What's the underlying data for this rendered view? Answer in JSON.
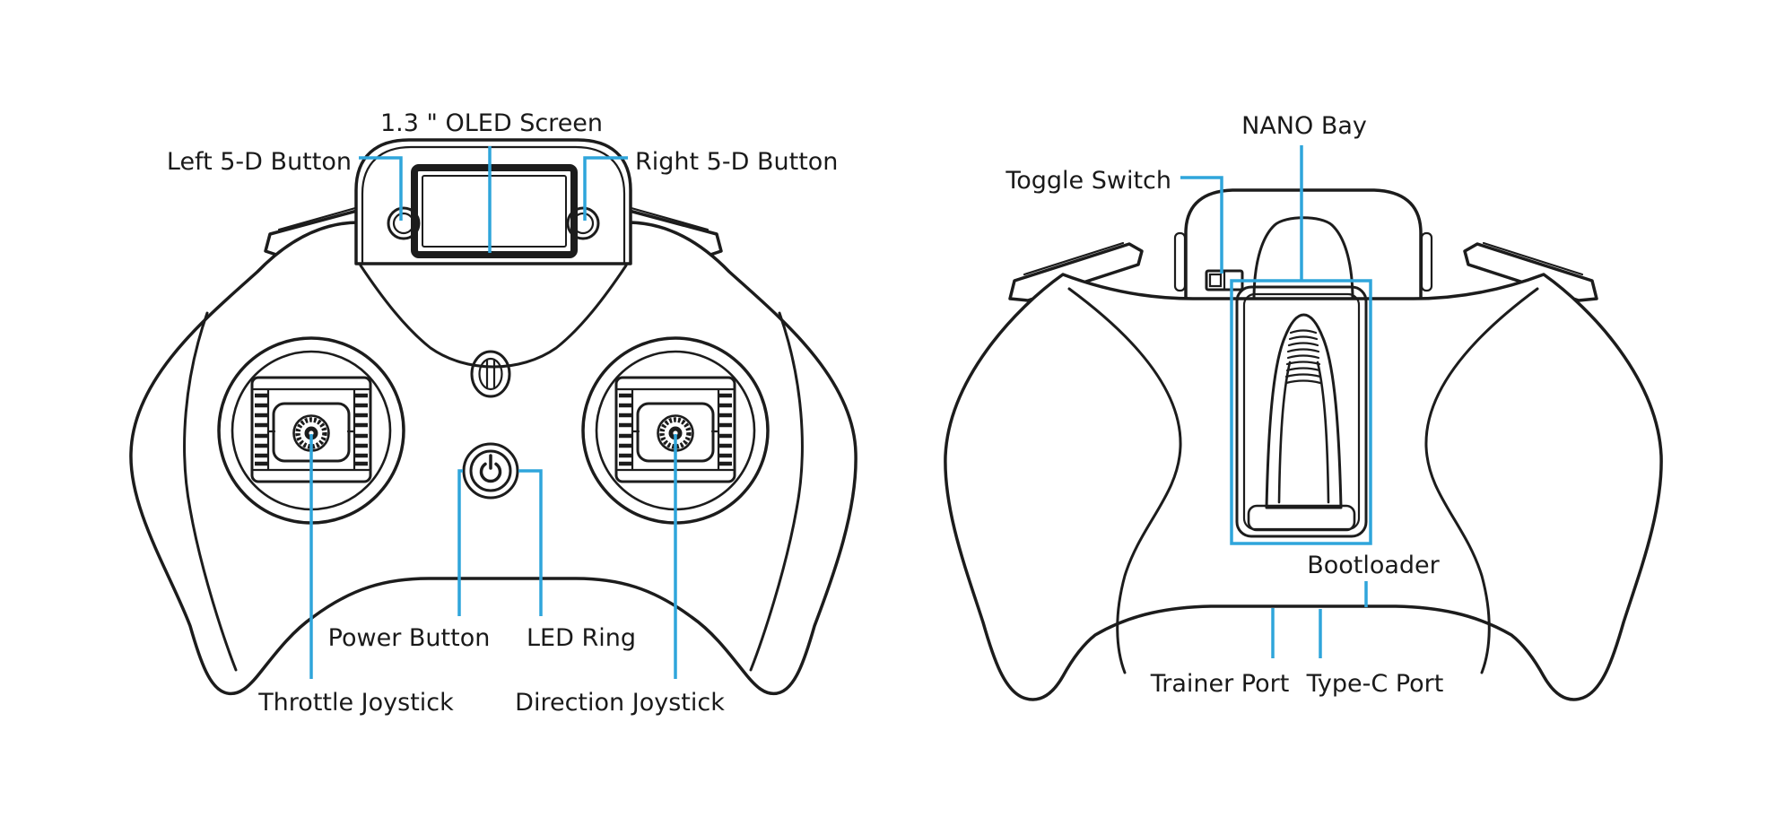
{
  "colors": {
    "leader_line": "#2FA5DB",
    "outline": "#1C1C1C",
    "label_text": "#1A1A1A",
    "background": "#FFFFFF"
  },
  "front_view": {
    "labels": {
      "oled": "1.3 \"  OLED Screen",
      "left_5d": "Left 5-D Button",
      "right_5d": "Right 5-D Button",
      "power": "Power Button",
      "led_ring": "LED Ring",
      "throttle": "Throttle Joystick",
      "direction": "Direction Joystick"
    }
  },
  "back_view": {
    "labels": {
      "nano_bay": "NANO Bay",
      "toggle_switch": "Toggle Switch",
      "bootloader": "Bootloader",
      "trainer_port": "Trainer Port",
      "type_c_port": "Type-C Port"
    }
  }
}
